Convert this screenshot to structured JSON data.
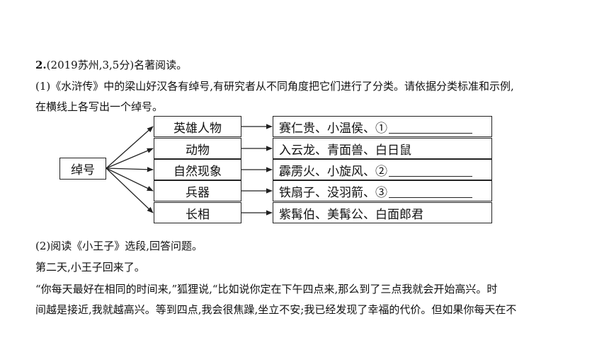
{
  "question": {
    "number": "2.",
    "source": "(2019苏州,3,5分)名著阅读。"
  },
  "part1": {
    "line1": "(1)《水浒传》中的梁山好汉各有绰号,有研究者从不同角度把它们进行了分类。请依据分类标准和示例,",
    "line2": "在横线上各写出一个绰号。"
  },
  "diagram": {
    "root": "绰号",
    "categories": [
      {
        "label": "英雄人物",
        "examples": "赛仁贵、小温侯、①",
        "has_blank": true
      },
      {
        "label": "动物",
        "examples": "入云龙、青面兽、白日鼠",
        "has_blank": false
      },
      {
        "label": "自然现象",
        "examples": "霹雳火、小旋风、②",
        "has_blank": true
      },
      {
        "label": "兵器",
        "examples": "铁扇子、没羽箭、③",
        "has_blank": true
      },
      {
        "label": "长相",
        "examples": "紫髯伯、美髯公、白面郎君",
        "has_blank": false
      }
    ]
  },
  "part2": {
    "heading": "(2)阅读《小王子》选段,回答问题。",
    "lines": [
      "第二天,小王子回来了。",
      "“你每天最好在相同的时间来,”狐狸说,“比如说你定在下午四点来,那么到了三点我就会开始高兴。时",
      "间越是接近,我就越高兴。等到四点,我会很焦躁,坐立不安;我已经发现了幸福的代价。但如果你每天在不"
    ]
  }
}
